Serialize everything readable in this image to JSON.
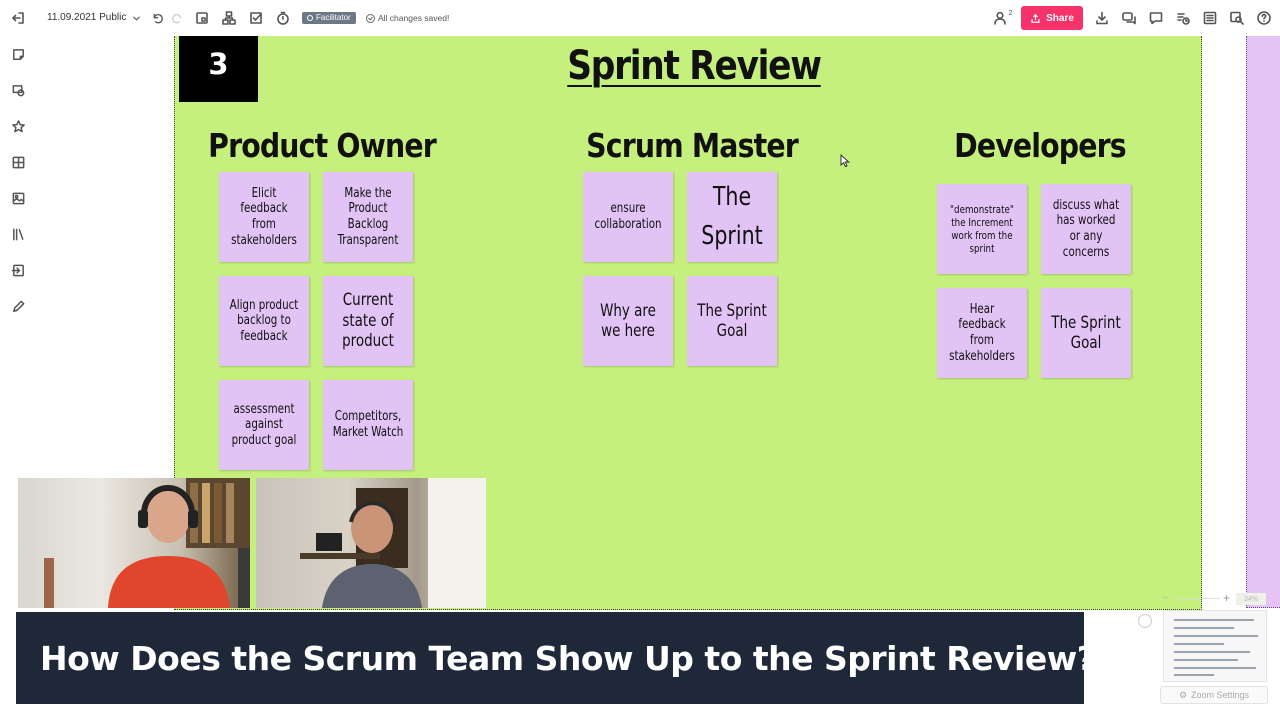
{
  "toolbar": {
    "board_title": "11.09.2021 Public",
    "facilitator_label": "Facilitator",
    "saved_status": "All changes saved!",
    "share_label": "Share",
    "user_count": "2"
  },
  "frame": {
    "number": "3",
    "title": "Sprint Review",
    "background_color": "#c6f07e"
  },
  "columns": [
    {
      "heading": "Product Owner",
      "stickies": [
        "Elicit feedback from stakeholders",
        "Make the Product Backlog Transparent",
        "Align product backlog to feedback",
        "Current state of product",
        "assessment against product goal",
        "Competitors, Market Watch"
      ]
    },
    {
      "heading": "Scrum Master",
      "stickies": [
        "ensure collaboration",
        "The Sprint",
        "Why are we here",
        "The Sprint Goal"
      ]
    },
    {
      "heading": "Developers",
      "stickies": [
        "\"demonstrate\" the Increment work from the sprint",
        "discuss what has worked or any concerns",
        "Hear feedback from stakeholders",
        "The Sprint Goal"
      ]
    }
  ],
  "sticky_color": "#e2c3f5",
  "caption": "How Does the Scrum Team Show Up to the Sprint Review?",
  "zoom": {
    "level": "34%",
    "settings_label": "Zoom Settings"
  },
  "icons": {
    "toolbar": [
      "exit-icon",
      "chevron-down-icon",
      "undo-icon",
      "redo-icon",
      "frame-icon",
      "structure-icon",
      "checkbox-icon",
      "timer-icon",
      "users-icon",
      "share-icon",
      "download-icon",
      "chat-icon",
      "comment-icon",
      "activity-icon",
      "list-icon",
      "search-icon",
      "help-icon"
    ],
    "left_rail": [
      "sticky-note-icon",
      "shapes-icon",
      "star-icon",
      "grid-icon",
      "image-icon",
      "library-icon",
      "import-icon",
      "pen-icon"
    ]
  }
}
